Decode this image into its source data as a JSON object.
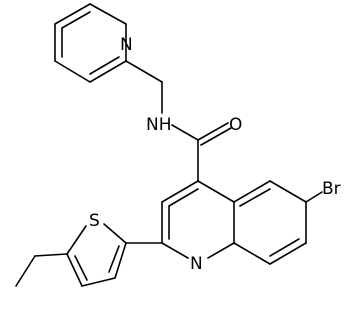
{
  "molecule": {
    "atom_labels": {
      "N_pyridine": "N",
      "N_amide": "NH",
      "O_carbonyl": "O",
      "Br": "Br",
      "S_thiophene": "S",
      "N_quinoline": "N"
    }
  }
}
